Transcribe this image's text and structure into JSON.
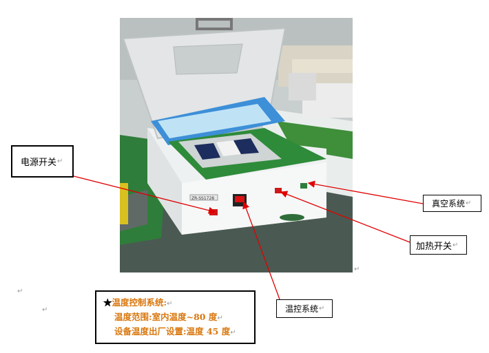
{
  "photo": {
    "description_icon": "heat-press-machine-photo",
    "panel_label": "ZR-SS1728"
  },
  "callouts": {
    "power_switch": "电源开关",
    "vacuum_system": "真空系统",
    "heating_switch": "加热开关",
    "temp_control_system": "温控系统"
  },
  "spec": {
    "star": "★",
    "line1": "温度控制系统:",
    "line2": "温度范围:室内温度~80 度",
    "line3": "设备温度出厂设置:温度 45 度"
  },
  "paragraph_mark": "↵",
  "colors": {
    "arrow": "#e00000",
    "spec_text": "#d9770e",
    "border": "#000000"
  }
}
